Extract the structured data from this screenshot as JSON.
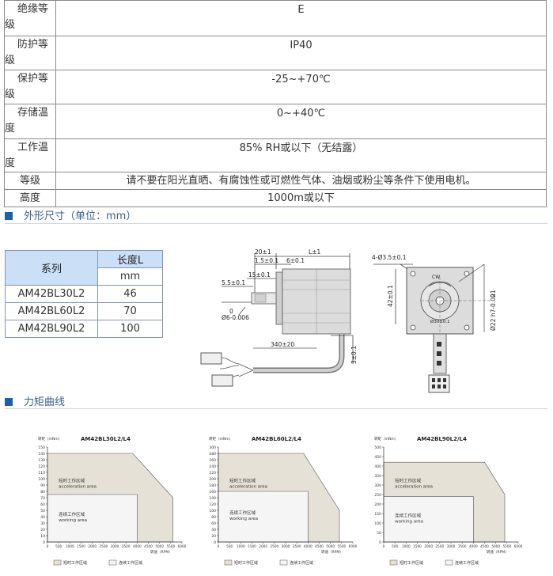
{
  "spec_rows": [
    {
      "key": "绝缘等级",
      "value": "E"
    },
    {
      "key": "防护等级",
      "value": "IP40"
    },
    {
      "key": "保护等级",
      "value": "-25~+70℃"
    },
    {
      "key": "存储温度",
      "value": "0~+40℃"
    },
    {
      "key": "工作温度",
      "value": "85% RH或以下（无结露）"
    },
    {
      "key": "等级",
      "value": "请不要在阳光直晒、有腐蚀性或可燃性气体、油烟或粉尘等条件下使用电机。"
    },
    {
      "key": "高度",
      "value": "1000m或以下"
    }
  ],
  "sections": {
    "dimensions": "外形尺寸（单位：mm）",
    "torque": "力矩曲线"
  },
  "model_table": {
    "col_series": "系列",
    "col_length": "长度L",
    "unit": "mm",
    "rows": [
      {
        "model": "AM42BL30L2",
        "length": "46"
      },
      {
        "model": "AM42BL60L2",
        "length": "70"
      },
      {
        "model": "AM42BL90L2",
        "length": "100"
      }
    ]
  },
  "side_drawing": {
    "dims": [
      "20±1",
      "L±1",
      "1.5±0.1",
      "6±0.1",
      "15±0.1",
      "5.5±0.1",
      "0",
      "Ø6-0.006",
      "340±20",
      "3±0.1"
    ]
  },
  "front_drawing": {
    "dims": [
      "4-Ø3.5±0.1",
      "42±0.1",
      "CW",
      "0",
      "Ø22 h7-0.021",
      "Ø30±0.1"
    ]
  },
  "chart_data": [
    {
      "type": "area",
      "title": "AM42BL30L2/L4",
      "ylabel": "转矩（mNm）",
      "xlabel": "转速（RPM）",
      "xlim": [
        0,
        6000
      ],
      "ylim": [
        0,
        150
      ],
      "xticks": [
        0,
        500,
        1000,
        1500,
        2000,
        2500,
        3000,
        3500,
        4000,
        4500,
        5000,
        5500,
        6000
      ],
      "yticks": [
        0,
        10,
        20,
        30,
        40,
        50,
        60,
        70,
        80,
        90,
        100,
        110,
        120,
        130,
        140,
        150
      ],
      "series": [
        {
          "name": "短时工作区域",
          "label2": "acceleration area",
          "x": [
            0,
            3800,
            5600,
            5600,
            0
          ],
          "y": [
            140,
            140,
            70,
            0,
            0
          ]
        },
        {
          "name": "连续工作区域",
          "label2": "working area",
          "x": [
            0,
            4000,
            4000,
            0
          ],
          "y": [
            75,
            75,
            0,
            0
          ]
        }
      ]
    },
    {
      "type": "area",
      "title": "AM42BL60L2/L4",
      "ylabel": "转矩（mNm）",
      "xlabel": "转速（RPM）",
      "xlim": [
        0,
        6000
      ],
      "ylim": [
        0,
        300
      ],
      "xticks": [
        0,
        500,
        1000,
        1500,
        2000,
        2500,
        3000,
        3500,
        4000,
        4500,
        5000,
        5500,
        6000
      ],
      "yticks": [
        0,
        20,
        40,
        60,
        80,
        100,
        120,
        140,
        160,
        180,
        200,
        220,
        240,
        260,
        280,
        300
      ],
      "series": [
        {
          "name": "短时工作区域",
          "label2": "acceleration area",
          "x": [
            0,
            3800,
            5400,
            5400,
            0
          ],
          "y": [
            280,
            280,
            100,
            0,
            0
          ]
        },
        {
          "name": "连续工作区域",
          "label2": "working area",
          "x": [
            0,
            4000,
            4000,
            0
          ],
          "y": [
            160,
            160,
            0,
            0
          ]
        }
      ]
    },
    {
      "type": "area",
      "title": "AM42BL90L2/L4",
      "ylabel": "转矩（mNm）",
      "xlabel": "转速（RPM）",
      "xlim": [
        0,
        6000
      ],
      "ylim": [
        0,
        500
      ],
      "xticks": [
        0,
        500,
        1000,
        1500,
        2000,
        2500,
        3000,
        3500,
        4000,
        4500,
        5000,
        5500,
        6000
      ],
      "yticks": [
        0,
        50,
        100,
        150,
        200,
        250,
        300,
        350,
        400,
        450,
        500
      ],
      "series": [
        {
          "name": "短时工作区域",
          "label2": "acceleration area",
          "x": [
            0,
            4500,
            5400,
            5400,
            0
          ],
          "y": [
            420,
            420,
            250,
            0,
            0
          ]
        },
        {
          "name": "连续工作区域",
          "label2": "working area",
          "x": [
            0,
            4000,
            4000,
            0
          ],
          "y": [
            240,
            240,
            0,
            0
          ]
        }
      ]
    }
  ],
  "colors": {
    "accel": "#e6e1d6",
    "working": "#f5f5f5",
    "heading": "#1f5fa8",
    "table_head": "#cbe0f7"
  }
}
